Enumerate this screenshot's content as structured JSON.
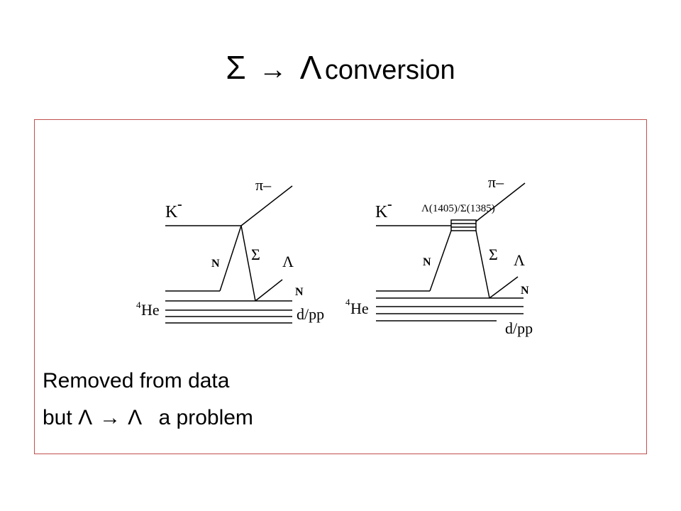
{
  "title": {
    "from_symbol": "Σ",
    "arrow": "→",
    "to_symbol": "Λ",
    "word": "conversion"
  },
  "diagram_left": {
    "incoming_particle": "K",
    "incoming_sup": "-",
    "outgoing_pion": "π–",
    "nucleon_1": "N",
    "exchanged": "Σ",
    "lambda": "Λ",
    "nucleon_2": "N",
    "target_sup": "4",
    "target": "He",
    "spectator": "d/pp"
  },
  "diagram_right": {
    "incoming_particle": "K",
    "incoming_sup": "-",
    "outgoing_pion": "π–",
    "resonance": "Λ(1405)/Σ(1385)",
    "nucleon_1": "N",
    "exchanged": "Σ",
    "lambda": "Λ",
    "nucleon_2": "N",
    "target_sup": "4",
    "target": "He",
    "spectator": "d/pp"
  },
  "text": {
    "line1": "Removed from data",
    "line2_prefix": "but",
    "line2_from": "Λ",
    "line2_arrow": "→",
    "line2_to": "Λ",
    "line2_suffix": "a problem"
  }
}
